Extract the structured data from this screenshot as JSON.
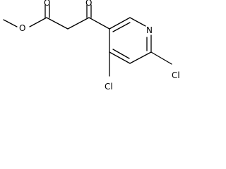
{
  "molecule": {
    "atoms": {
      "o_ester": "O",
      "o_carbonyl_ester": "O",
      "o_ketone": "O",
      "n_ring": "N",
      "cl_4": "Cl",
      "cl_6": "Cl"
    }
  },
  "colors": {
    "bond": "#000000",
    "background": "#ffffff"
  }
}
